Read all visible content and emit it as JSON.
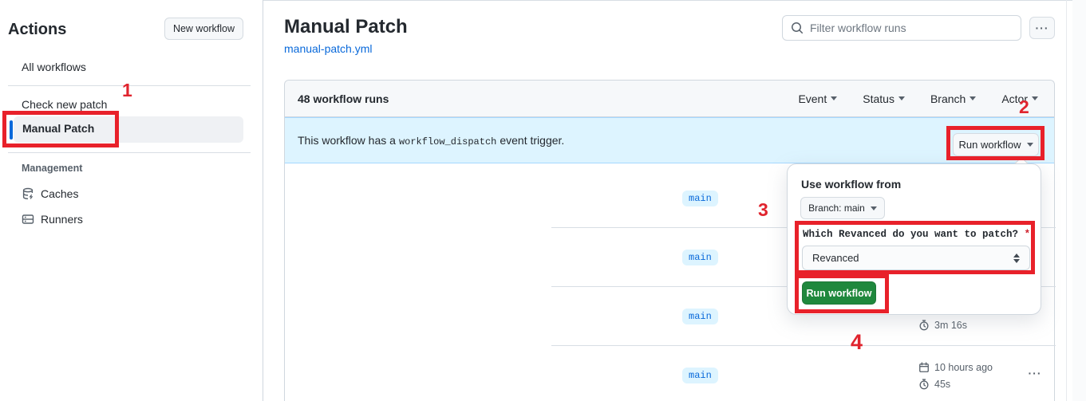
{
  "sidebar": {
    "title": "Actions",
    "new_workflow_label": "New workflow",
    "items": [
      {
        "label": "All workflows"
      },
      {
        "label": "Check new patch"
      },
      {
        "label": "Manual Patch",
        "selected": true
      }
    ],
    "management": {
      "heading": "Management",
      "items": [
        {
          "label": "Caches",
          "icon": "cache-database-icon"
        },
        {
          "label": "Runners",
          "icon": "runners-server-icon"
        }
      ]
    }
  },
  "header": {
    "title": "Manual Patch",
    "file_link": "manual-patch.yml",
    "search_placeholder": "Filter workflow runs",
    "kebab_glyph": "···"
  },
  "table": {
    "runs_count": "48 workflow runs",
    "filters": [
      {
        "label": "Event"
      },
      {
        "label": "Status"
      },
      {
        "label": "Branch"
      },
      {
        "label": "Actor"
      }
    ],
    "banner": {
      "text_before": "This workflow has a",
      "code": "workflow_dispatch",
      "text_after": "event trigger.",
      "run_button_label": "Run workflow"
    },
    "rows": [
      {
        "branch": "main"
      },
      {
        "branch": "main"
      },
      {
        "branch": "main",
        "duration": "3m 16s"
      },
      {
        "branch": "main",
        "date": "10 hours ago",
        "duration": "45s",
        "kebab_glyph": "···"
      }
    ]
  },
  "popover": {
    "heading": "Use workflow from",
    "branch_button_label": "Branch: main",
    "input_label": "Which Revanced do you want to patch?",
    "required_mark": "*",
    "select_value": "Revanced",
    "run_button_label": "Run workflow"
  },
  "annotations": {
    "color": "#e8212a",
    "numbers": [
      "1",
      "2",
      "3",
      "4"
    ]
  },
  "colors": {
    "accent_blue": "#0969da",
    "banner_bg": "#ddf4ff",
    "header_bg": "#f6f8fa",
    "green_button": "#1f883d",
    "annotation_red": "#e8212a"
  }
}
